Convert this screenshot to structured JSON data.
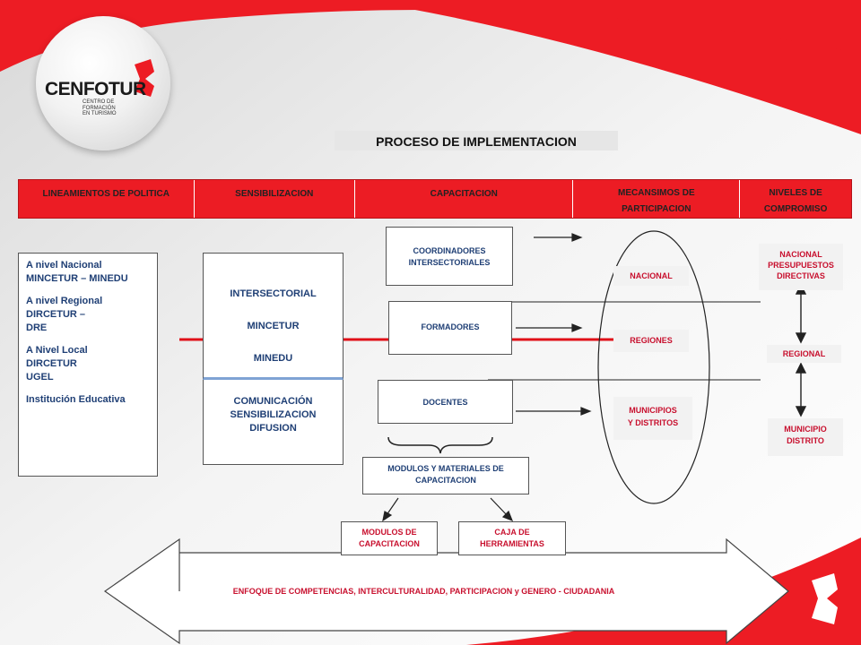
{
  "logo": {
    "name": "CENFOTUR",
    "subtitle_lines": [
      "CENTRO DE",
      "FORMACIÓN",
      "EN TURISMO"
    ]
  },
  "title": "PROCESO DE IMPLEMENTACION",
  "header": {
    "cells": [
      "LINEAMIENTOS DE POLITICA",
      "SENSIBILIZACION",
      "CAPACITACION",
      "MECANSIMOS DE PARTICIPACION",
      "NIVELES DE COMPROMISO"
    ]
  },
  "left_box": {
    "lines": [
      "A nivel Nacional",
      "MINCETUR – MINEDU",
      "",
      "A nivel Regional",
      "DIRCETUR –",
      "DRE",
      "",
      "A Nivel Local",
      "DIRCETUR",
      "UGEL",
      "",
      "Institución Educativa"
    ]
  },
  "sensibilizacion": {
    "upper": [
      "INTERSECTORIAL",
      "MINCETUR",
      "MINEDU"
    ],
    "lower": [
      "COMUNICACIÓN",
      "SENSIBILIZACION",
      "DIFUSION"
    ]
  },
  "capacitacion": {
    "coordinadores": "COORDINADORES INTERSECTORIALES",
    "formadores": "FORMADORES",
    "docentes": "DOCENTES",
    "modulos_materiales": "MODULOS Y MATERIALES DE CAPACITACION",
    "modulos": "MODULOS DE CAPACITACION",
    "caja": "CAJA DE HERRAMIENTAS"
  },
  "participacion": {
    "nacional": "NACIONAL",
    "regiones": "REGIONES",
    "municipios": "MUNICIPIOS Y DISTRITOS"
  },
  "compromiso": {
    "nacional": "NACIONAL PRESUPUESTOS DIRECTIVAS",
    "regional": "REGIONAL",
    "municipio": "MUNICIPIO DISTRITO"
  },
  "bottom_arrow": "ENFOQUE DE COMPETENCIAS, INTERCULTURALIDAD, PARTICIPACION y GENERO - CIUDADANIA",
  "colors": {
    "red": "#ec1c24",
    "blue_text": "#1f3f75",
    "red_text": "#c8102e"
  }
}
